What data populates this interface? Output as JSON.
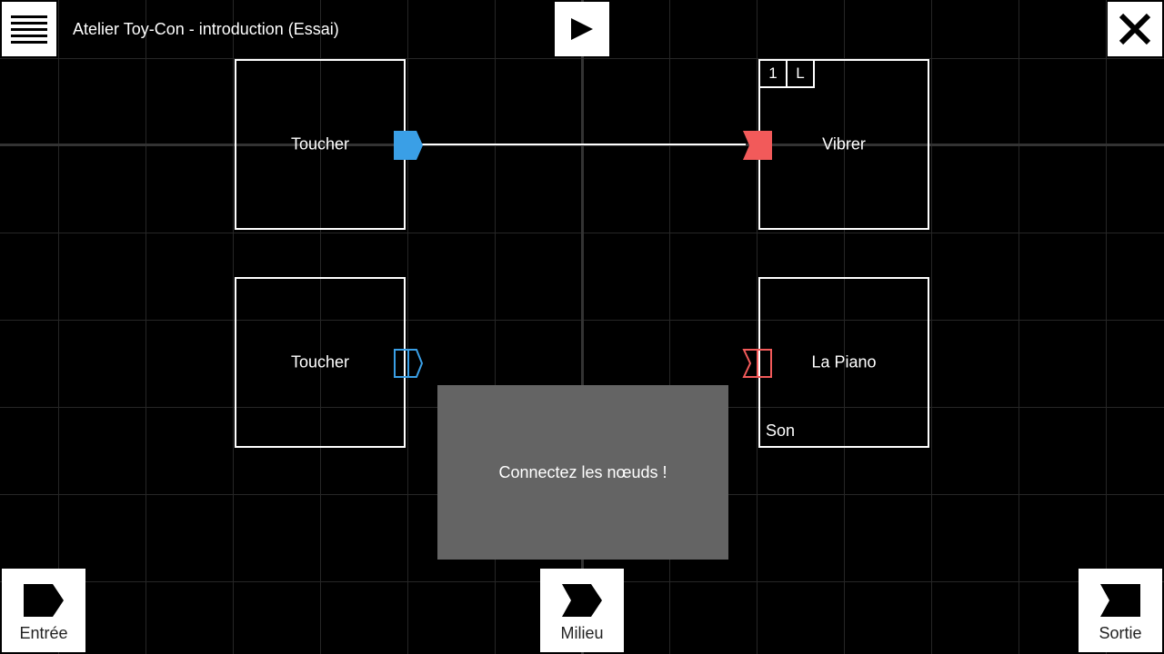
{
  "header": {
    "title": "Atelier Toy-Con - introduction (Essai)",
    "menu_icon": "hamburger-menu-icon",
    "play_icon": "play-icon",
    "close_icon": "close-icon"
  },
  "nodes": [
    {
      "label": "Toucher",
      "kind": "input",
      "port": "filled"
    },
    {
      "label": "Vibrer",
      "kind": "output",
      "port": "filled",
      "badges": [
        "1",
        "L"
      ]
    },
    {
      "label": "Toucher",
      "kind": "input",
      "port": "empty"
    },
    {
      "label": "La Piano",
      "kind": "output",
      "port": "empty",
      "sub_label": "Son"
    }
  ],
  "toast": {
    "message": "Connectez les nœuds !"
  },
  "bottom": {
    "entree": "Entrée",
    "milieu": "Milieu",
    "sortie": "Sortie"
  },
  "colors": {
    "background": "#000000",
    "input_port": "#3a9fe6",
    "output_port": "#f25a5a",
    "toast_bg": "#646464"
  }
}
